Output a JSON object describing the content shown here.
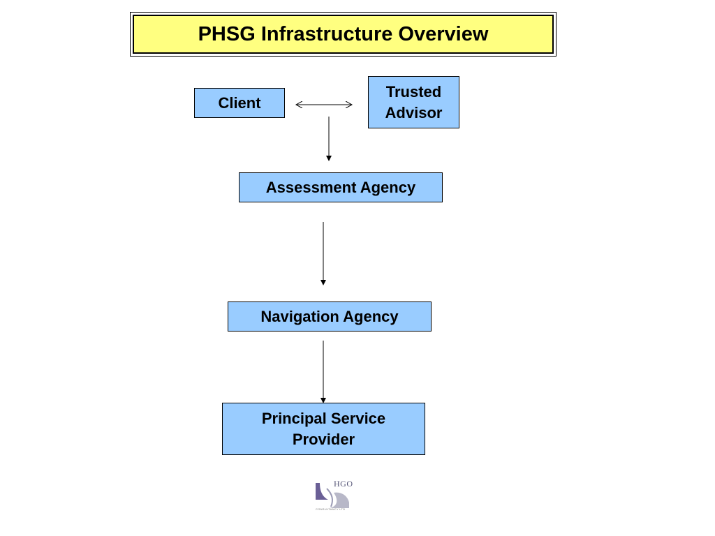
{
  "title": "PHSG Infrastructure Overview",
  "nodes": {
    "client": "Client",
    "trusted_advisor_line1": "Trusted",
    "trusted_advisor_line2": "Advisor",
    "assessment_agency": "Assessment Agency",
    "navigation_agency": "Navigation Agency",
    "principal_line1": "Principal Service",
    "principal_line2": "Provider"
  },
  "logo": {
    "name": "HGO",
    "subtitle": "CONSULTANCY LTD"
  },
  "colors": {
    "title_fill": "#ffff80",
    "node_fill": "#99ccff",
    "logo_accent": "#6a5f96"
  }
}
